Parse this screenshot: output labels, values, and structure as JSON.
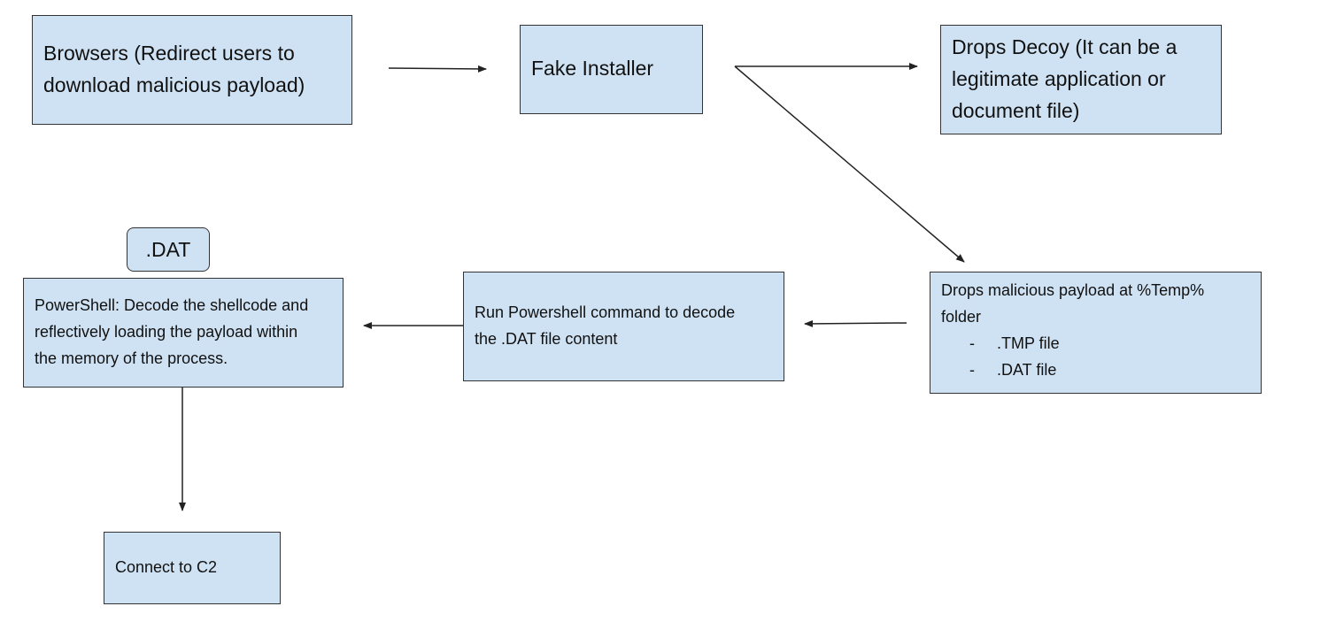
{
  "nodes": {
    "browsers": {
      "label": "Browsers (Redirect users to\ndownload malicious payload)"
    },
    "fake_installer": {
      "label": "Fake Installer"
    },
    "drops_decoy": {
      "label": "Drops Decoy (It can be a\nlegitimate application or\ndocument file)"
    },
    "drops_payload": {
      "label": "Drops malicious payload at %Temp%\nfolder",
      "bullets": [
        {
          "marker": "-",
          "text": ".TMP file"
        },
        {
          "marker": "-",
          "text": ".DAT file"
        }
      ]
    },
    "run_powershell": {
      "label": "Run Powershell command to decode\nthe .DAT file content"
    },
    "powershell_decode": {
      "label": "PowerShell: Decode the shellcode and\nreflectively loading the payload within\nthe memory of the process."
    },
    "dat_tag": {
      "label": ".DAT"
    },
    "connect_c2": {
      "label": "Connect to C2"
    }
  },
  "edges": [
    {
      "from": "browsers",
      "to": "fake_installer"
    },
    {
      "from": "fake_installer",
      "to": "drops_decoy"
    },
    {
      "from": "fake_installer",
      "to": "drops_payload"
    },
    {
      "from": "drops_payload",
      "to": "run_powershell"
    },
    {
      "from": "run_powershell",
      "to": "powershell_decode"
    },
    {
      "from": "powershell_decode",
      "to": "connect_c2"
    }
  ],
  "colors": {
    "node_fill": "#cfe2f3",
    "node_border": "#333333",
    "edge": "#222222"
  }
}
